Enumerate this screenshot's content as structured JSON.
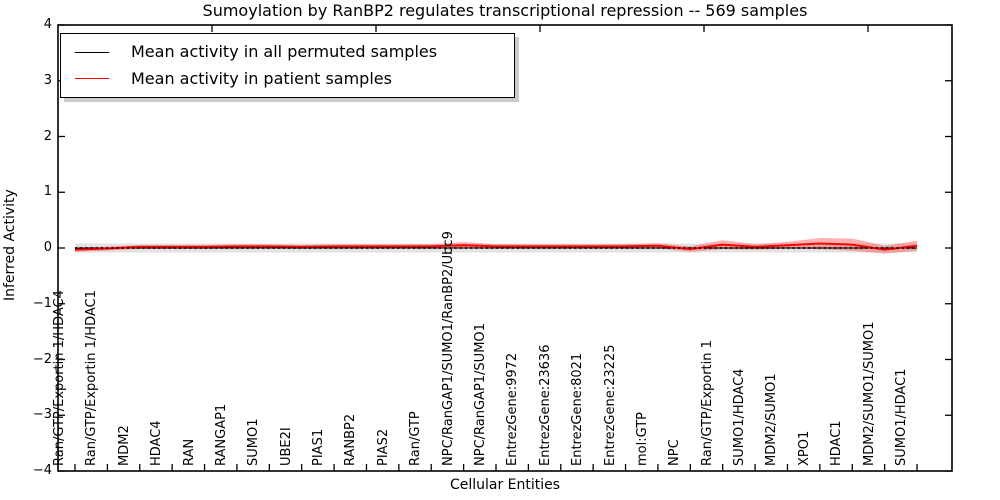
{
  "title": "Sumoylation by RanBP2 regulates transcriptional repression -- 569 samples",
  "axes": {
    "ylabel": "Inferred Activity",
    "xlabel": "Cellular Entities",
    "ytick_labels": [
      "4",
      "3",
      "2",
      "1",
      "0",
      "−1",
      "−2",
      "−3",
      "−4"
    ],
    "ytick_values": [
      4,
      3,
      2,
      1,
      0,
      -1,
      -2,
      -3,
      -4
    ]
  },
  "legend": {
    "entries": [
      {
        "label": "Mean activity in all permuted samples",
        "color": "#000000"
      },
      {
        "label": "Mean activity in patient samples",
        "color": "#ff0000"
      }
    ]
  },
  "colors": {
    "text": "#000000",
    "axis": "#000000",
    "permuted_line": "#000000",
    "patient_line": "#ff0000",
    "patient_band": "#ff00004d",
    "permuted_band": "#e2e2e2",
    "legend_shadow": "#cccccc"
  },
  "chart_data": {
    "type": "line",
    "title": "Sumoylation by RanBP2 regulates transcriptional repression -- 569 samples",
    "xlabel": "Cellular Entities",
    "ylabel": "Inferred Activity",
    "ylim": [
      -4,
      4
    ],
    "grid": false,
    "legend_position": "upper left",
    "categories": [
      "Ran/GTP/Exportin 1/HDAC4",
      "Ran/GTP/Exportin 1/HDAC1",
      "MDM2",
      "HDAC4",
      "RAN",
      "RANGAP1",
      "SUMO1",
      "UBE2I",
      "PIAS1",
      "RANBP2",
      "PIAS2",
      "Ran/GTP",
      "NPC/RanGAP1/SUMO1/RanBP2/Ubc9",
      "NPC/RanGAP1/SUMO1",
      "EntrezGene:9972",
      "EntrezGene:23636",
      "EntrezGene:8021",
      "EntrezGene:23225",
      "mol:GTP",
      "NPC",
      "Ran/GTP/Exportin 1",
      "SUMO1/HDAC4",
      "MDM2/SUMO1",
      "XPO1",
      "HDAC1",
      "MDM2/SUMO1/SUMO1",
      "SUMO1/HDAC1"
    ],
    "series": [
      {
        "name": "Mean activity in all permuted samples",
        "color": "#000000",
        "values": [
          0,
          0,
          0,
          0,
          0,
          0,
          0,
          0,
          0,
          0,
          0,
          0,
          0,
          0,
          0,
          0,
          0,
          0,
          0,
          0,
          0,
          0,
          0,
          0,
          0,
          0,
          0
        ],
        "band_halfwidth": [
          0.08,
          0.08,
          0.08,
          0.08,
          0.08,
          0.08,
          0.08,
          0.08,
          0.08,
          0.08,
          0.08,
          0.08,
          0.08,
          0.08,
          0.08,
          0.08,
          0.08,
          0.08,
          0.08,
          0.08,
          0.08,
          0.08,
          0.08,
          0.08,
          0.08,
          0.08,
          0.08
        ]
      },
      {
        "name": "Mean activity in patient samples",
        "color": "#ff0000",
        "values": [
          -0.03,
          -0.01,
          0.02,
          0.02,
          0.02,
          0.03,
          0.03,
          0.02,
          0.03,
          0.03,
          0.03,
          0.03,
          0.05,
          0.03,
          0.03,
          0.03,
          0.03,
          0.03,
          0.04,
          -0.02,
          0.06,
          0.02,
          0.05,
          0.08,
          0.06,
          -0.03,
          0.04
        ],
        "band_halfwidth": [
          0.04,
          0.035,
          0.035,
          0.035,
          0.035,
          0.035,
          0.035,
          0.035,
          0.035,
          0.035,
          0.035,
          0.04,
          0.055,
          0.04,
          0.035,
          0.035,
          0.035,
          0.04,
          0.045,
          0.05,
          0.08,
          0.05,
          0.06,
          0.1,
          0.11,
          0.07,
          0.09
        ]
      }
    ]
  }
}
